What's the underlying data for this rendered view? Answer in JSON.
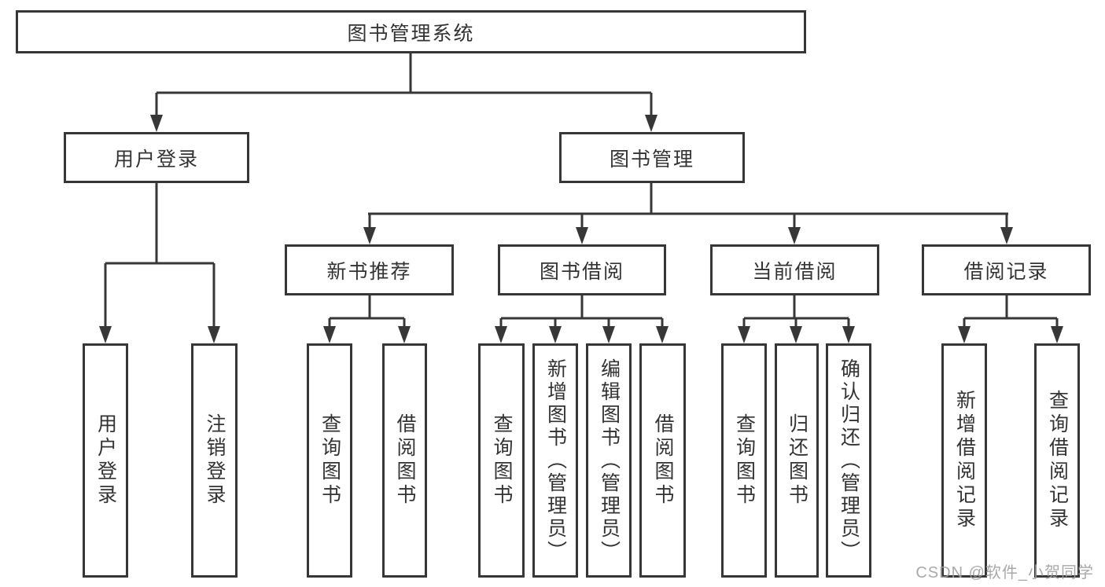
{
  "tree": {
    "root": "图书管理系统",
    "branches": [
      {
        "label": "用户登录",
        "leaves": [
          "用户登录",
          "注销登录"
        ]
      },
      {
        "label": "图书管理",
        "sub_branches": [
          {
            "label": "新书推荐",
            "leaves": [
              "查询图书",
              "借阅图书"
            ]
          },
          {
            "label": "图书借阅",
            "leaves": [
              "查询图书",
              "新增图书（管理员）",
              "编辑图书（管理员）",
              "借阅图书"
            ]
          },
          {
            "label": "当前借阅",
            "leaves": [
              "查询图书",
              "归还图书",
              "确认归还（管理员）"
            ]
          },
          {
            "label": "借阅记录",
            "leaves": [
              "新增借阅记录",
              "查询借阅记录"
            ]
          }
        ]
      }
    ]
  },
  "watermark": {
    "text": "CSDN @软件_小贺同学"
  },
  "colors": {
    "line": "#373737",
    "text": "#333333",
    "background": "#ffffff",
    "watermark": "#a0a0a0"
  }
}
